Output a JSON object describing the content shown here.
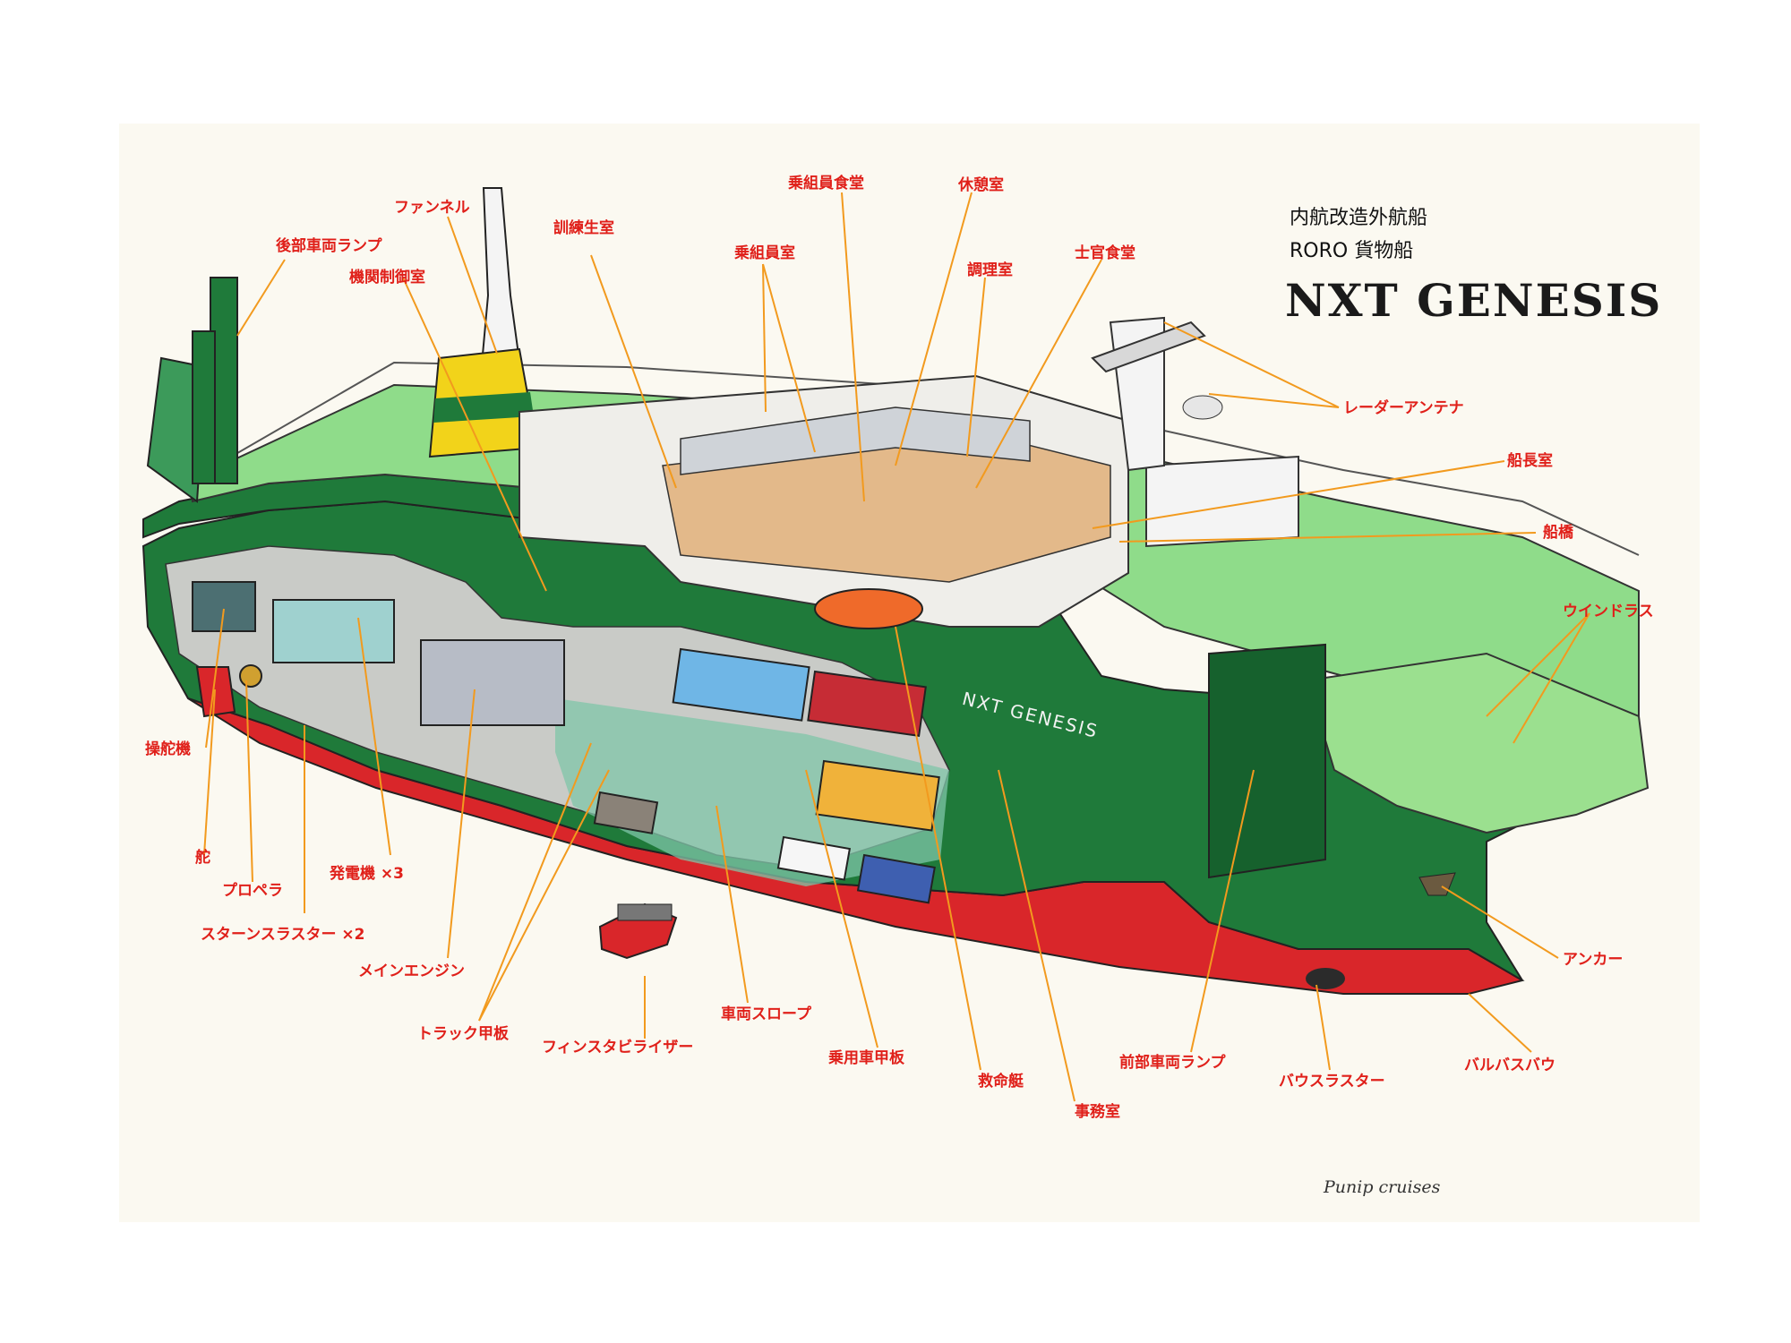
{
  "title": {
    "line1": "内航改造外航船",
    "line2": "RORO 貨物船",
    "ship_name": "NXT GENESIS"
  },
  "hull_lettering": "NXT GENESIS",
  "signature": "Punip cruises",
  "labels": {
    "funnel": "ファンネル",
    "rear_ramp": "後部車両ランプ",
    "engine_control_room": "機関制御室",
    "cadet_room": "訓練生室",
    "crew_room": "乗組員室",
    "crew_mess": "乗組員食堂",
    "lounge": "休憩室",
    "galley": "調理室",
    "officer_mess": "士官食堂",
    "radar": "レーダーアンテナ",
    "captain_room": "船長室",
    "bridge": "船橋",
    "windlass": "ウインドラス",
    "steering_gear": "操舵機",
    "rudder": "舵",
    "propeller": "プロペラ",
    "generators": "発電機 ×3",
    "stern_thrusters": "スターンスラスター ×2",
    "main_engine": "メインエンジン",
    "truck_deck": "トラック甲板",
    "fin_stabilizer": "フィンスタビライザー",
    "vehicle_slope": "車両スロープ",
    "car_deck": "乗用車甲板",
    "lifeboat": "救命艇",
    "office": "事務室",
    "front_ramp": "前部車両ランプ",
    "bow_thruster": "バウスラスター",
    "bulbous_bow": "バルバスバウ",
    "anchor": "アンカー"
  },
  "colors": {
    "label": "#e0201a",
    "leader": "#f29a1e",
    "hull_red": "#d9262a",
    "hull_green": "#1f7a3a",
    "deck_green": "#8fdc8a",
    "funnel_yellow": "#f2d31a"
  }
}
